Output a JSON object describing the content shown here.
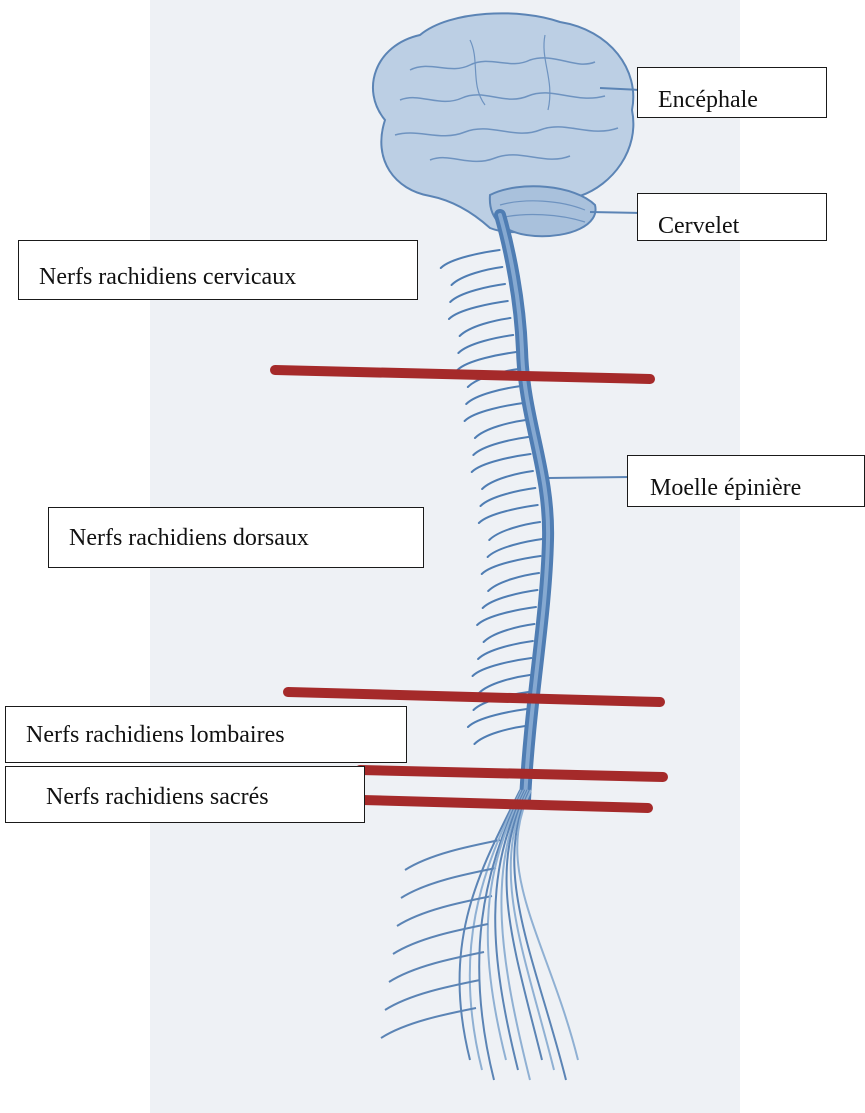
{
  "labels": {
    "encephale": "Encéphale",
    "cervelet": "Cervelet",
    "moelle": "Moelle épinière",
    "cervicaux": "Nerfs rachidiens cervicaux",
    "dorsaux": "Nerfs rachidiens dorsaux",
    "lombaires": "Nerfs rachidiens lombaires",
    "sacres": "Nerfs rachidiens sacrés"
  },
  "colors": {
    "background_panel": "#eef1f5",
    "nerve_blue": "#4f7db3",
    "nerve_light": "#8fb0d3",
    "brain_fill": "#b9cde3",
    "divider_red": "#a52a2a"
  }
}
